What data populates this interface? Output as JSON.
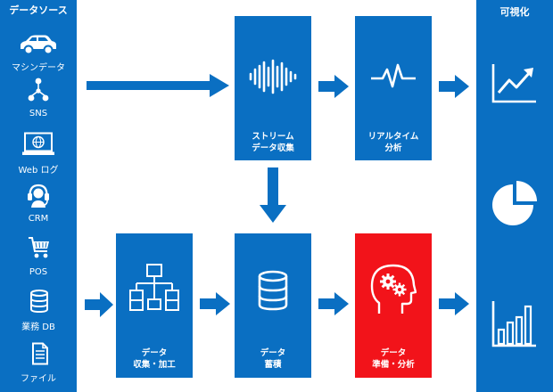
{
  "colors": {
    "blue": "#0a6fc2",
    "red": "#f2131a",
    "text": "#ffffff"
  },
  "sources_panel": {
    "title": "データソース",
    "items": [
      {
        "label": "マシンデータ",
        "icon": "car-icon"
      },
      {
        "label": "SNS",
        "icon": "network-people-icon"
      },
      {
        "label": "Web ログ",
        "icon": "web-monitor-icon"
      },
      {
        "label": "CRM",
        "icon": "headset-icon"
      },
      {
        "label": "POS",
        "icon": "shopping-cart-icon"
      },
      {
        "label": "業務 DB",
        "icon": "database-icon"
      },
      {
        "label": "ファイル",
        "icon": "document-icon"
      }
    ]
  },
  "stream": {
    "collect": {
      "line1": "ストリーム",
      "line2": "データ収集",
      "icon": "sound-wave-icon"
    },
    "analyze": {
      "line1": "リアルタイム",
      "line2": "分析",
      "icon": "pulse-icon"
    }
  },
  "batch": {
    "collect": {
      "line1": "データ",
      "line2": "収集・加工",
      "icon": "hierarchy-icon"
    },
    "store": {
      "line1": "データ",
      "line2": "蓄積",
      "icon": "database-icon"
    },
    "prepare": {
      "line1": "データ",
      "line2": "準備・分析",
      "icon": "head-gears-icon",
      "highlight": true
    }
  },
  "visualization_panel": {
    "title": "可視化",
    "icons": [
      "line-chart-icon",
      "pie-chart-icon",
      "bar-chart-icon"
    ]
  }
}
